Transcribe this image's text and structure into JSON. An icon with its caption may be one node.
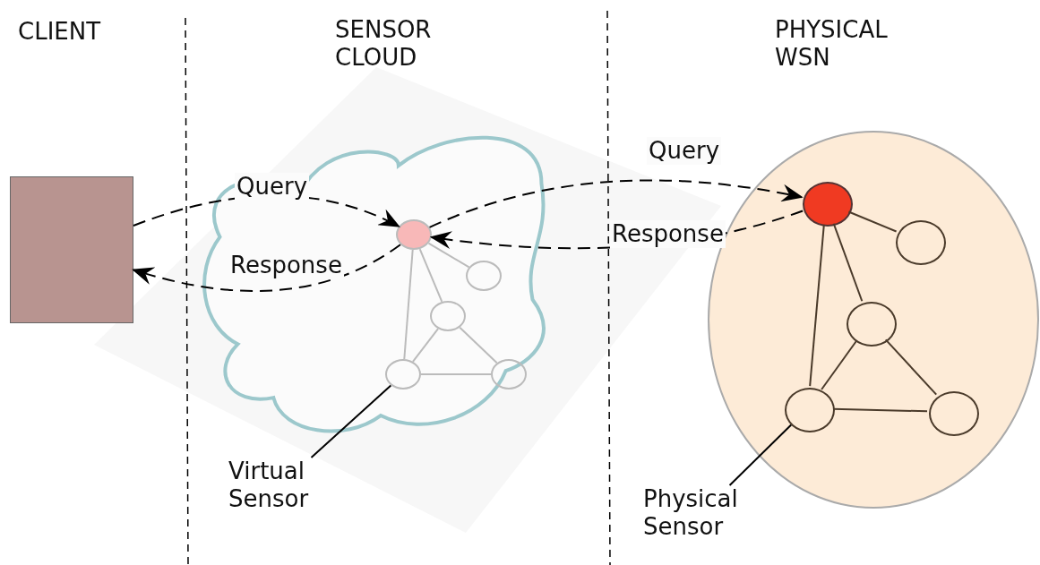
{
  "diagram": {
    "nodes": [
      {
        "text": [],
        "shape": "box"
      },
      {
        "text": [],
        "shape": "cloud"
      },
      {
        "text": [],
        "shape": "circle",
        "in": 1
      },
      {
        "text": [],
        "shape": "circle",
        "in": 1
      },
      {
        "text": [],
        "shape": "circle",
        "in": 1
      },
      {
        "text": [],
        "shape": "circle",
        "in": 1
      },
      {
        "text": [],
        "shape": "circle",
        "in": 1
      },
      {
        "text": [
          "Virtual Sensor"
        ]
      },
      {
        "text": [],
        "shape": "circle"
      },
      {
        "text": [],
        "shape": "circle",
        "in": 8
      },
      {
        "text": [],
        "shape": "circle",
        "in": 8
      },
      {
        "text": [],
        "shape": "circle",
        "in": 8
      },
      {
        "text": [],
        "shape": "circle",
        "in": 8
      },
      {
        "text": [],
        "shape": "circle",
        "in": 8
      },
      {
        "text": [
          "Physical Sensor"
        ]
      }
    ],
    "edges": [
      {
        "from": 0,
        "to": 2,
        "arrow": "to",
        "label": "Query",
        "style": "dashed"
      },
      {
        "from": 2,
        "to": 9,
        "arrow": "to",
        "label": "Query",
        "style": "dashed"
      },
      {
        "from": 9,
        "to": 2,
        "arrow": "to",
        "label": "Response",
        "style": "dashed"
      },
      {
        "from": 2,
        "to": 0,
        "arrow": "to",
        "label": "Response",
        "style": "dashed"
      },
      {
        "from": 2,
        "to": 3,
        "arrow": "none",
        "color": "#bbbbbb"
      },
      {
        "from": 2,
        "to": 4,
        "arrow": "none",
        "color": "#bbbbbb"
      },
      {
        "from": 2,
        "to": 5,
        "arrow": "none",
        "color": "#bbbbbb"
      },
      {
        "from": 4,
        "to": 5,
        "arrow": "none",
        "color": "#bbbbbb"
      },
      {
        "from": 4,
        "to": 6,
        "arrow": "none",
        "color": "#bbbbbb"
      },
      {
        "from": 5,
        "to": 6,
        "arrow": "none",
        "color": "#bbbbbb"
      },
      {
        "from": 9,
        "to": 10,
        "arrow": "none",
        "color": "#4a3a2a"
      },
      {
        "from": 9,
        "to": 11,
        "arrow": "none",
        "color": "#4a3a2a"
      },
      {
        "from": 9,
        "to": 12,
        "arrow": "none",
        "color": "#4a3a2a"
      },
      {
        "from": 11,
        "to": 12,
        "arrow": "none",
        "color": "#4a3a2a"
      },
      {
        "from": 11,
        "to": 13,
        "arrow": "none",
        "color": "#4a3a2a"
      },
      {
        "from": 12,
        "to": 13,
        "arrow": "none",
        "color": "#4a3a2a"
      },
      {
        "from": 7,
        "to": 5,
        "arrow": "none"
      },
      {
        "from": 14,
        "to": 12,
        "arrow": "none"
      }
    ],
    "labels": [
      "CLIENT",
      "SENSOR CLOUD",
      "PHYSICAL WSN"
    ]
  }
}
